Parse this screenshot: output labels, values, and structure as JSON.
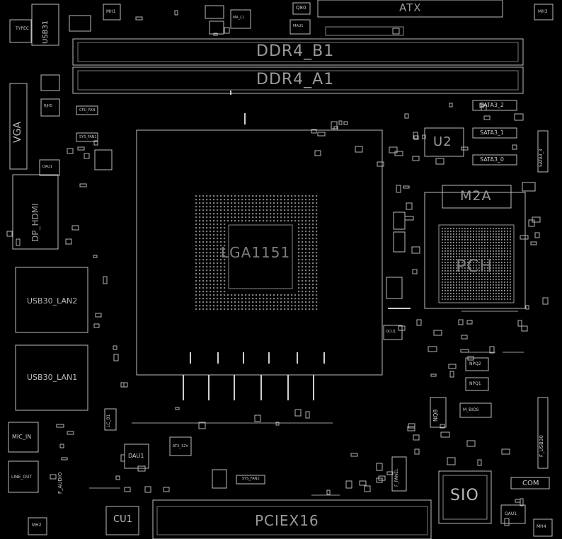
{
  "board": {
    "labels": {
      "atx": "ATX",
      "ddr4_b1": "DDR4_B1",
      "ddr4_a1": "DDR4_A1",
      "vga": "VGA",
      "dp_hdmi": "DP_HDMI",
      "usb30_lan2": "USB30_LAN2",
      "usb30_lan1": "USB30_LAN1",
      "mic_in": "MIC_IN",
      "line_out": "LINE_OUT",
      "f_audio": "F_AUDIO",
      "cu1": "CU1",
      "pciex16": "PCIEX16",
      "sio": "SIO",
      "com": "COM",
      "m2a": "M2A",
      "u2": "U2",
      "pch": "PCH",
      "sata3_2": "SATA3_2",
      "sata3_1": "SATA3_1",
      "sata3_0": "SATA3_0",
      "lga": "LGA1151",
      "typec": "TYPEC",
      "usb31": "USB31",
      "q80": "Q80",
      "mh1": "MH1",
      "mh2": "MH2",
      "mh3": "MH3",
      "mh4": "MH4",
      "ma_l1": "MA_L1",
      "mau1": "MAU1",
      "cpu_fan": "CPU_FAN",
      "sys_fan1": "SYS_FAN1",
      "sys_fan2": "SYS_FAN2",
      "dau1": "DAU1",
      "atx_12v": "ATX_12V",
      "lc_b1": "LC_B1",
      "npq2": "NPQ2",
      "npq1": "NPQ1",
      "nq8": "NQ8",
      "m_bios": "M_BIOS",
      "f_panel": "F_PANEL",
      "f_usb30": "F_USB30",
      "qau1": "QAU1",
      "ocu1": "OCU1",
      "rjh5": "RJH5",
      "dau1_left": "DAU1",
      "sata3_3": "SATA3_3"
    }
  }
}
